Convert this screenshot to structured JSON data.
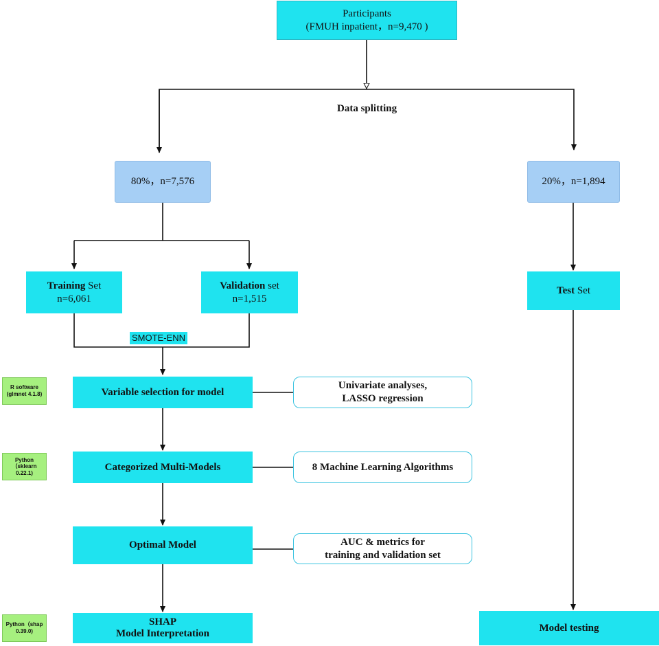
{
  "participants": {
    "title": "Participants",
    "subtitle": "(FMUH inpatient，n=9,470 )"
  },
  "data_splitting_label": "Data splitting",
  "split_80": "80%，n=7,576",
  "split_20": "20%，n=1,894",
  "training": {
    "bold": "Training",
    "rest": " Set",
    "n": "n=6,061"
  },
  "validation": {
    "bold": "Validation",
    "rest": " set",
    "n": "n=1,515"
  },
  "test": {
    "bold": "Test",
    "rest": " Set"
  },
  "smote_label": "SMOTE-ENN",
  "steps": {
    "variable_selection": "Variable selection for model",
    "multi_models": "Categorized Multi-Models",
    "optimal_model": "Optimal Model",
    "shap_line1": "SHAP",
    "shap_line2": "Model Interpretation",
    "model_testing": "Model testing"
  },
  "notes": {
    "univariate_line1": "Univariate analyses,",
    "univariate_line2": "LASSO regression",
    "ml_algorithms": "8 Machine Learning Algorithms",
    "auc_line1": "AUC & metrics for",
    "auc_line2": "training and validation set"
  },
  "tools": {
    "r_line1": "R software",
    "r_line2": "(glmnet 4.1.8)",
    "sklearn_line1": "Python（sklearn",
    "sklearn_line2": "0.22.1)",
    "shap_line1": "Python（shap",
    "shap_line2": "0.39.0)"
  },
  "colors": {
    "cyan": "#1fe3ef",
    "light_blue": "#a6cff5",
    "note_border": "#39c3e0",
    "tool_green": "#a6f07f",
    "line": "#111111"
  }
}
